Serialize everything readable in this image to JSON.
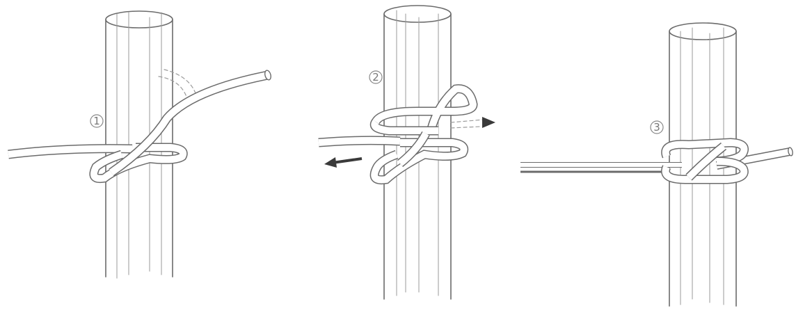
{
  "steps": [
    {
      "label": "1"
    },
    {
      "label": "2"
    },
    {
      "label": "3"
    }
  ],
  "colors": {
    "line": "#6b6b6b",
    "arrow": "#3a3a3a",
    "background": "#ffffff"
  }
}
